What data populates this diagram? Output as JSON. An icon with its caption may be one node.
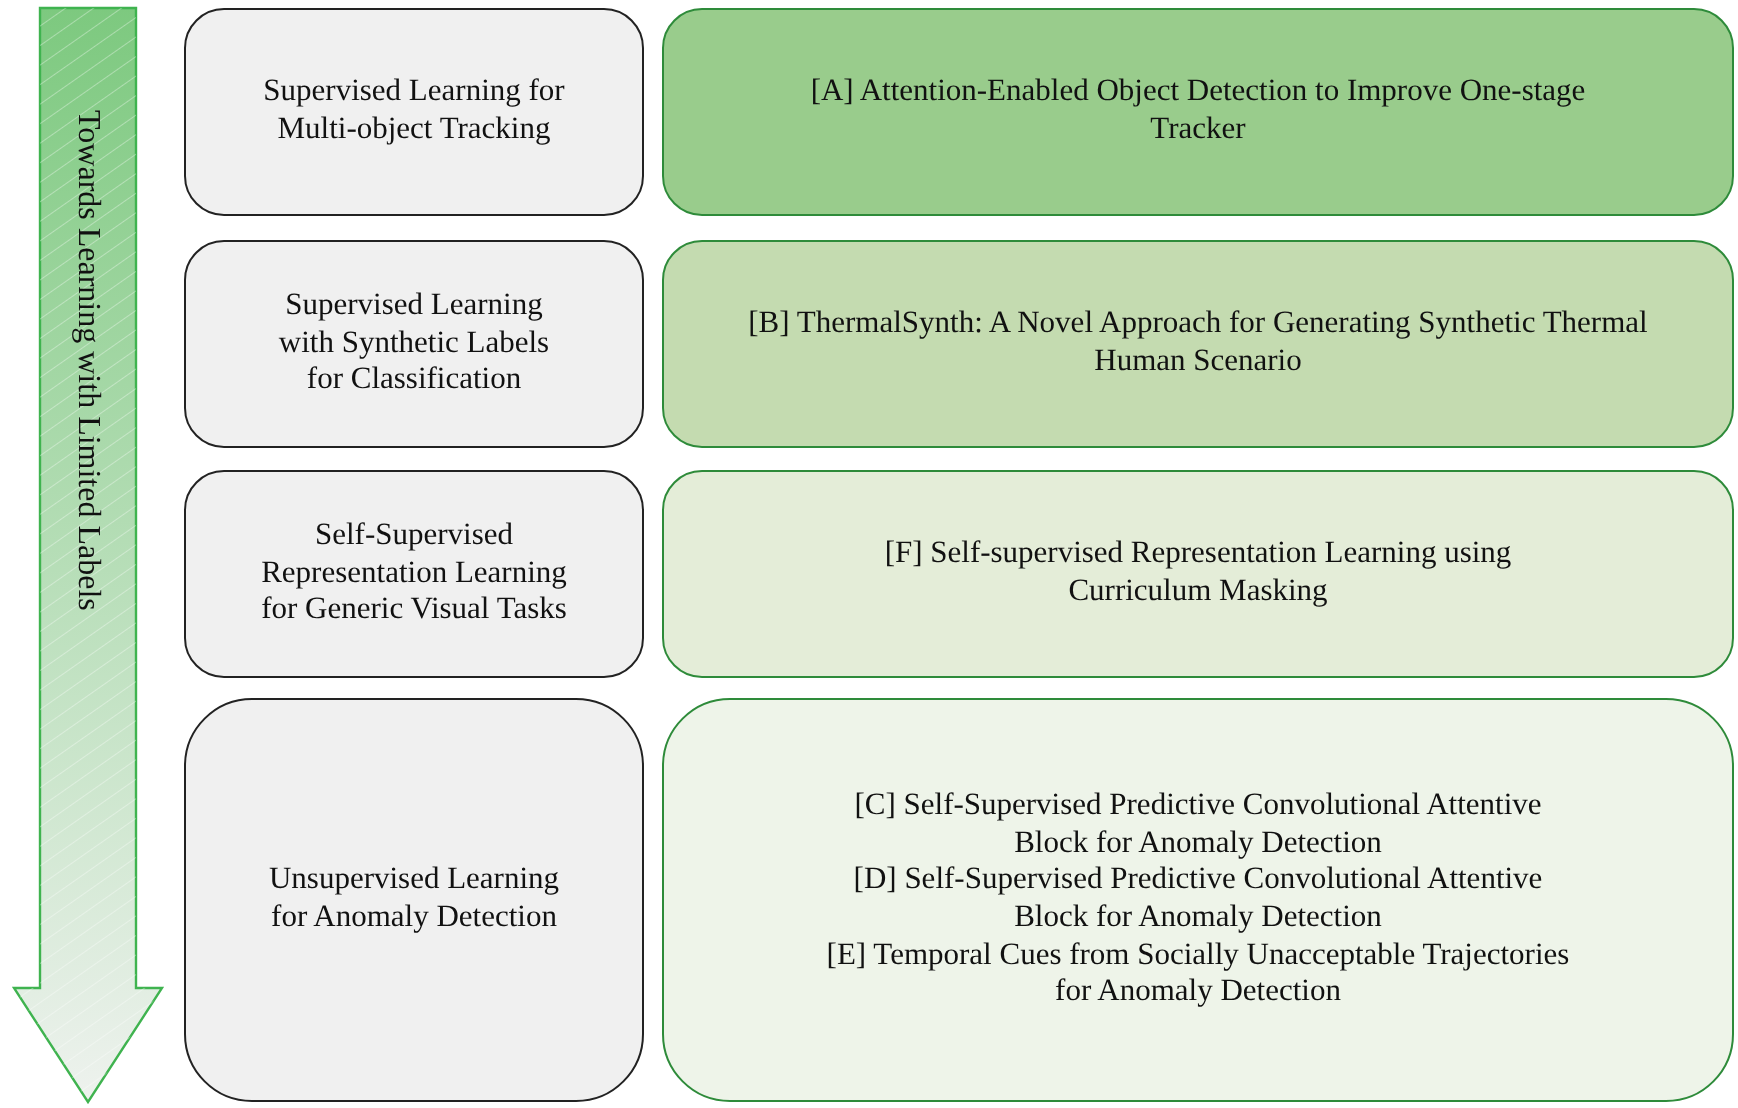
{
  "diagram": {
    "nodes": [
      {
        "text": [
          "Towards Learning with Limited Labels"
        ]
      },
      {
        "text": [
          "Supervised Learning for Multi-object Tracking"
        ]
      },
      {
        "text": [
          "[A] Attention-Enabled Object Detection to Improve One-stage Tracker"
        ]
      },
      {
        "text": [
          "Supervised Learning with Synthetic Labels for Classification"
        ]
      },
      {
        "text": [
          "[B] ThermalSynth: A Novel Approach for Generating Synthetic Thermal Human Scenario"
        ]
      },
      {
        "text": [
          "Self-Supervised Representation Learning for Generic Visual Tasks"
        ]
      },
      {
        "text": [
          "[F] Self-supervised Representation Learning using Curriculum Masking"
        ]
      },
      {
        "text": [
          "Unsupervised Learning for Anomaly Detection"
        ]
      },
      {
        "text": [
          "[C] Self-Supervised Predictive Convolutional Attentive Block for Anomaly Detection",
          "[D] Self-Supervised Predictive Convolutional Attentive Block for Anomaly Detection",
          "[E] Temporal Cues from Socially Unacceptable Trajectories for Anomaly Detection"
        ]
      }
    ]
  }
}
